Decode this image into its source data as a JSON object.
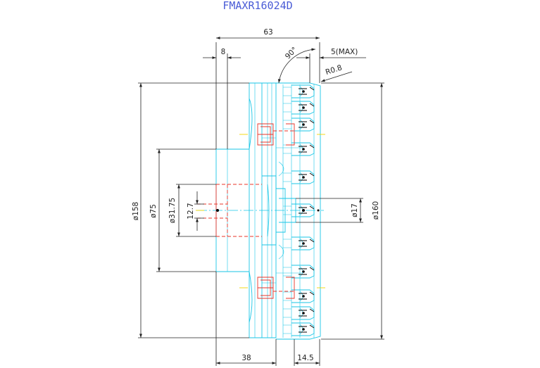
{
  "title": "FMAXR16024D",
  "dimensions": {
    "overall_length": "63",
    "flange_width": "8",
    "max_depth_of_cut": "5(MAX)",
    "corner_radius": "R0.8",
    "approach_angle": "90°",
    "bore_depth": "38",
    "insert_height": "14.5",
    "body_diameter": "ø158",
    "pilot_diameter": "ø75",
    "arbor_diameter": "ø31.75",
    "keyway_width": "12.7",
    "center_hole_diameter": "ø17",
    "cutting_diameter": "ø160"
  },
  "colors": {
    "title": "#4a5cd6",
    "body_outline": "#19c6e6",
    "hidden_lines": "#e8342a",
    "dimension_lines": "#222222",
    "centerline_marks": "#f2d400"
  }
}
